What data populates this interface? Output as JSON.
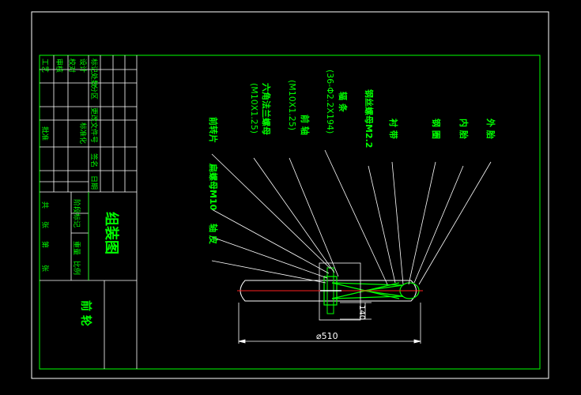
{
  "colors": {
    "background": "#000000",
    "border": "#ffffff",
    "frame": "#00ff00",
    "text": "#00ff00",
    "dims": "#ffffff",
    "centerline": "#ff2020"
  },
  "title_block": {
    "drawing_title": "组装图",
    "part_name": "前 轮",
    "process_col": [
      "标记",
      "设计",
      "校对",
      "审核",
      "工艺"
    ],
    "process_col2": [
      "处数",
      "分区"
    ],
    "change_doc": "更改文件号",
    "standardize": "标准化",
    "signature": "签名",
    "date": "日期",
    "approve": "批准",
    "stage_mark": "阶段标记",
    "weight": "重量",
    "scale": "比例",
    "sheets": [
      "共",
      "张",
      "第",
      "张"
    ]
  },
  "callouts": [
    "外 胎",
    "内 胎",
    "钢 圈",
    "衬 带",
    "钢丝螺母M2.2",
    "辐 条",
    "(36-Φ2.2X194)",
    "前 轴",
    "(M10X1.25)",
    "六角法兰螺母",
    "(M10X1.25)",
    "前转片",
    "扁螺母M10",
    "轴 皮"
  ],
  "dimensions": {
    "diameter": "⌀510",
    "width": "140"
  }
}
